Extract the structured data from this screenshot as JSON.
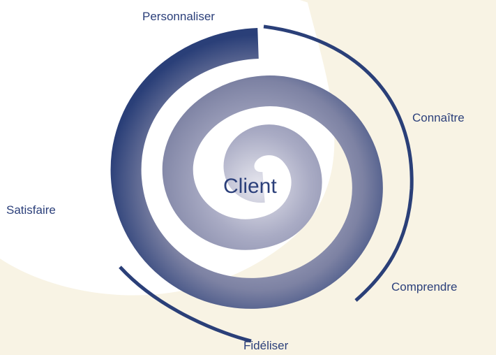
{
  "diagram": {
    "center": {
      "label": "Client"
    },
    "stages": [
      {
        "id": "personnaliser",
        "label": "Personnaliser"
      },
      {
        "id": "connaitre",
        "label": "Connaître"
      },
      {
        "id": "comprendre",
        "label": "Comprendre"
      },
      {
        "id": "fideliser",
        "label": "Fidéliser"
      },
      {
        "id": "satisfaire",
        "label": "Satisfaire"
      }
    ]
  },
  "colors": {
    "background_cream": "#f8f3e4",
    "spiral_dark": "#2a3f78",
    "spiral_mid": "#8f93ad",
    "spiral_light": "#e3e3ea",
    "text": "#2b3f7a"
  }
}
